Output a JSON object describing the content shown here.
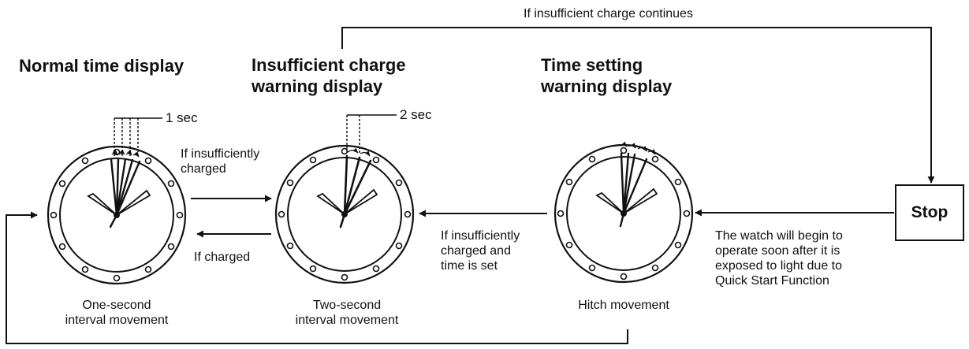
{
  "headings": {
    "normal": "Normal time display",
    "insufficient_line1": "Insufficient charge",
    "insufficient_line2": "warning display",
    "time_setting_line1": "Time setting",
    "time_setting_line2": "warning display"
  },
  "labels": {
    "one_sec": "1 sec",
    "two_sec": "2 sec",
    "if_insufficiently_charged": "If insufficiently\ncharged",
    "if_charged": "If charged",
    "if_insufficiently_charged_time_set": "If insufficiently\ncharged and\ntime is set",
    "if_insufficient_charge_continues": "If insufficient charge continues",
    "quick_start_note": "The watch will begin to\noperate soon after it is\nexposed to light due to\nQuick Start Function"
  },
  "captions": {
    "one_second": "One-second\ninterval movement",
    "two_second": "Two-second\ninterval movement",
    "hitch": "Hitch movement"
  },
  "stop": "Stop",
  "colors": {
    "ink": "#111111",
    "background": "#ffffff"
  }
}
